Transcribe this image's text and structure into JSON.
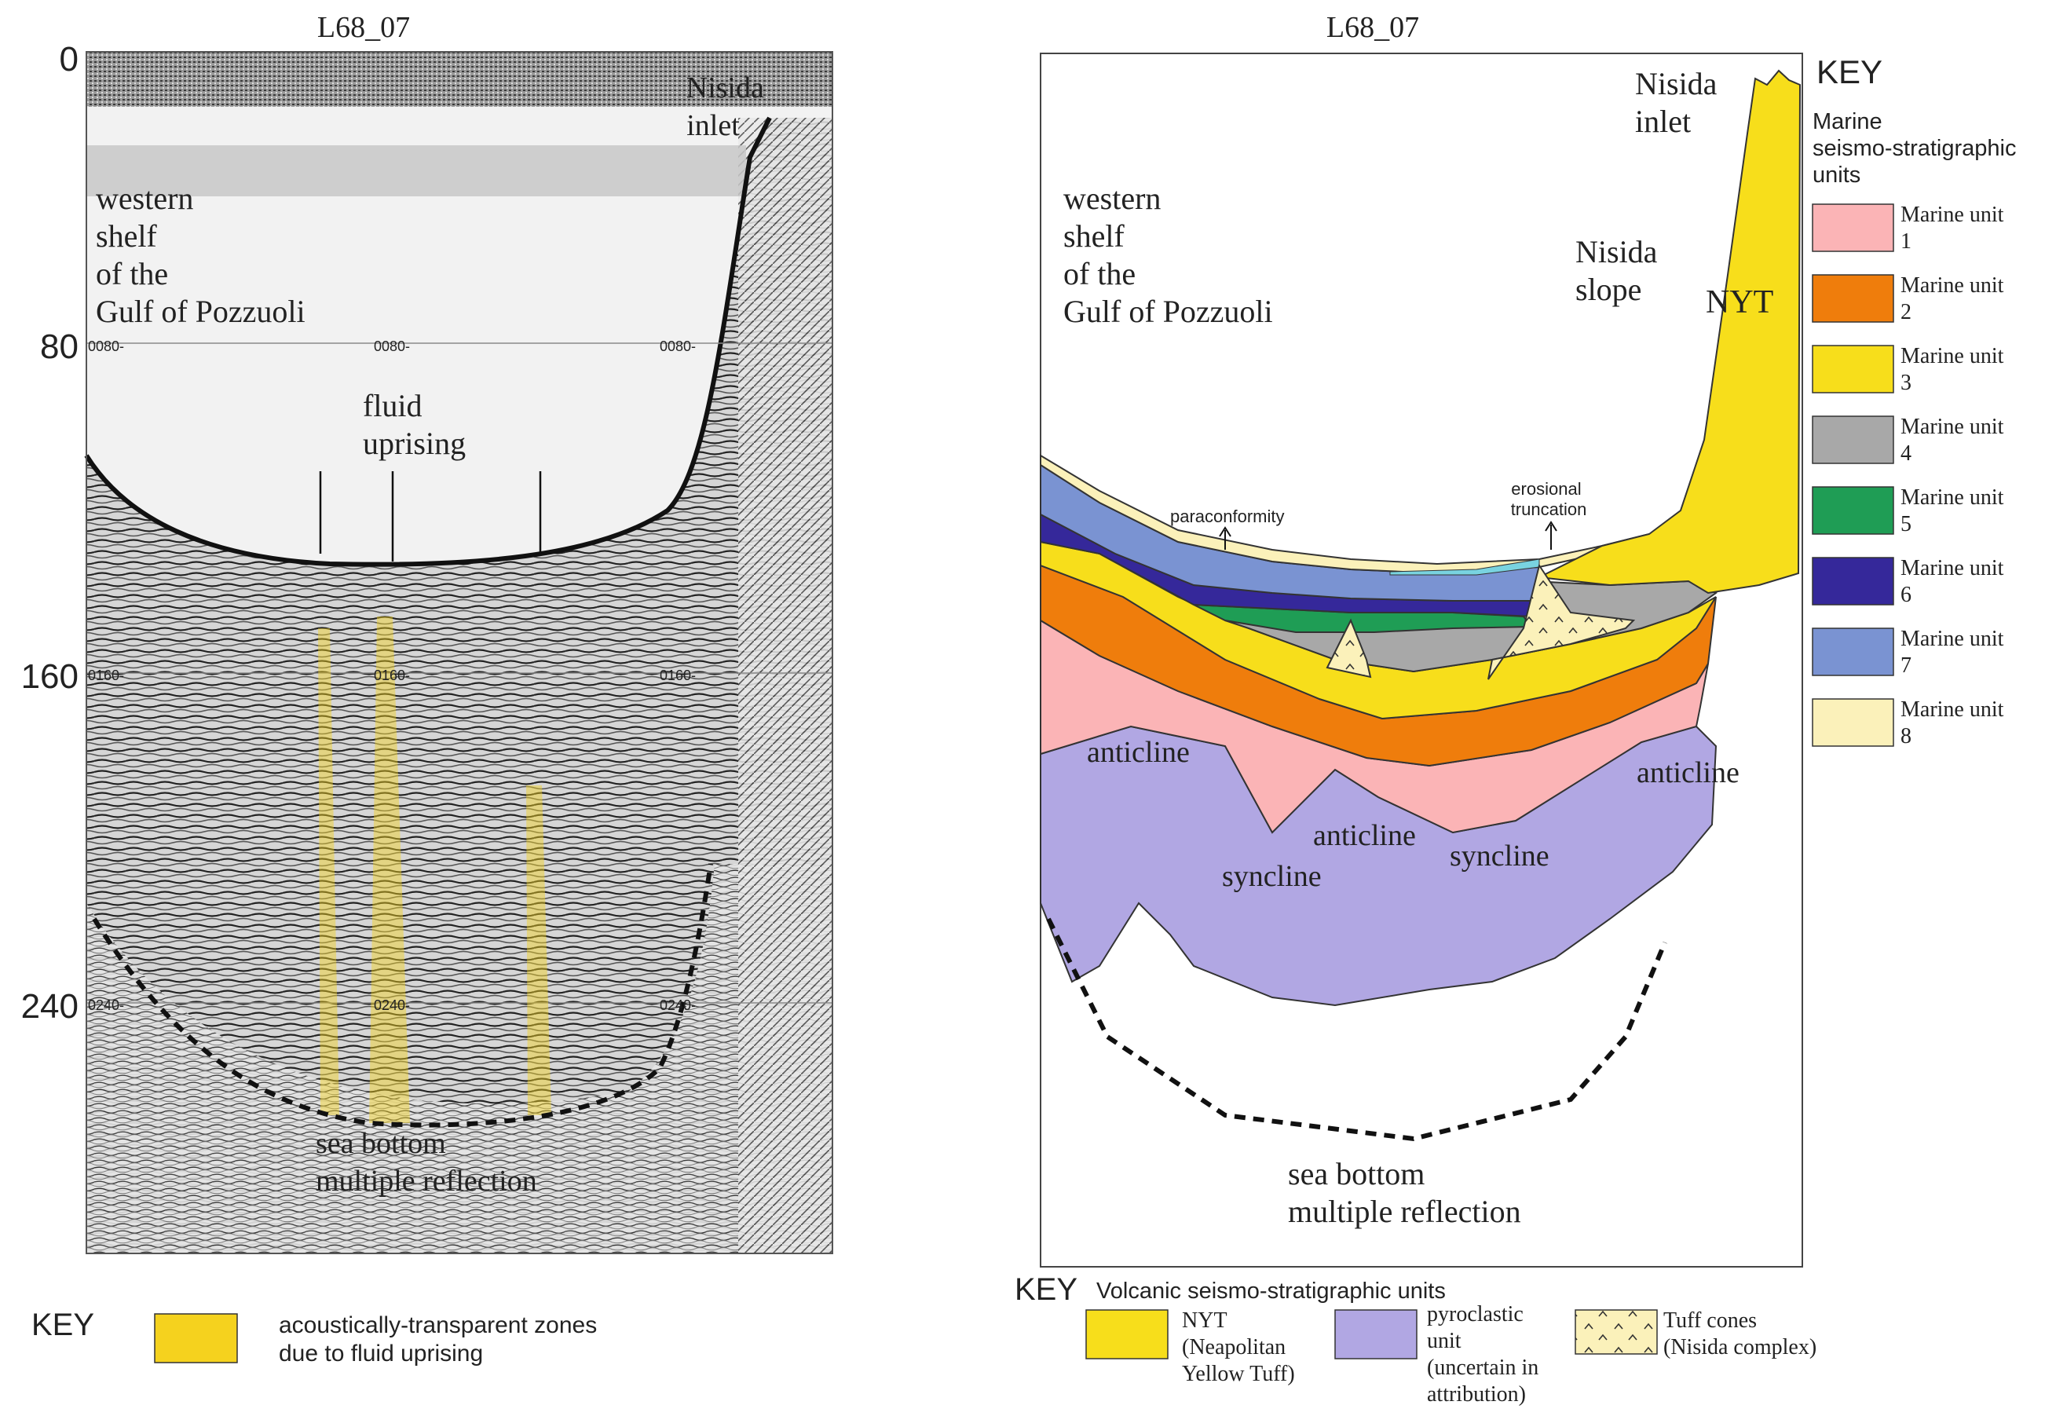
{
  "left_panel": {
    "title": "L68_07",
    "depth_ticks": [
      "0",
      "80",
      "160",
      "240"
    ],
    "inner_tick_label": "0080-",
    "inner_tick_label_160": "0160-",
    "inner_tick_label_240": "0240-",
    "labels": {
      "nisida_inlet": [
        "Nisida",
        "inlet"
      ],
      "western_shelf": [
        "western",
        "shelf",
        "of the",
        "Gulf of Pozzuoli"
      ],
      "fluid_uprising": [
        "fluid",
        "uprising"
      ],
      "sea_bottom": [
        "sea bottom",
        "multiple reflection"
      ]
    },
    "key": {
      "heading": "KEY",
      "item": [
        "acoustically-transparent zones",
        "due to fluid uprising"
      ],
      "color": "#f5d21e"
    }
  },
  "right_panel": {
    "title": "L68_07",
    "labels": {
      "nisida_inlet": [
        "Nisida",
        "inlet"
      ],
      "nisida_slope": [
        "Nisida",
        "slope"
      ],
      "nyt": "NYT",
      "western_shelf": [
        "western",
        "shelf",
        "of the",
        "Gulf of Pozzuoli"
      ],
      "paraconformity": "paraconformity",
      "erosional_truncation": [
        "erosional",
        "truncation"
      ],
      "anticline_left": "anticline",
      "anticline_mid": "anticline",
      "anticline_right": "anticline",
      "syncline_left": "syncline",
      "syncline_right": "syncline",
      "sea_bottom": [
        "sea bottom",
        "multiple reflection"
      ]
    },
    "marine_key": {
      "heading": "KEY",
      "subheading": [
        "Marine",
        "seismo-stratigraphic",
        "units"
      ],
      "units": [
        {
          "label": [
            "Marine unit",
            "1"
          ],
          "color": "#fbb4b6"
        },
        {
          "label": [
            "Marine unit",
            "2"
          ],
          "color": "#ef7d0c"
        },
        {
          "label": [
            "Marine unit",
            "3"
          ],
          "color": "#f7de1b"
        },
        {
          "label": [
            "Marine unit",
            "4"
          ],
          "color": "#a8a8a8"
        },
        {
          "label": [
            "Marine unit",
            "5"
          ],
          "color": "#1f9d55"
        },
        {
          "label": [
            "Marine unit",
            "6"
          ],
          "color": "#35289a"
        },
        {
          "label": [
            "Marine unit",
            "7"
          ],
          "color": "#7a93d2"
        },
        {
          "label": [
            "Marine unit",
            "8"
          ],
          "color": "#fbf1ba"
        }
      ]
    },
    "volcanic_key": {
      "heading": "KEY",
      "subheading": "Volcanic seismo-stratigraphic units",
      "units": [
        {
          "label": [
            "NYT",
            "(Neapolitan",
            "Yellow Tuff)"
          ],
          "color": "#f7de1b"
        },
        {
          "label": [
            "pyroclastic",
            "unit",
            "(uncertain in",
            "attribution)"
          ],
          "color": "#b1a7e3"
        },
        {
          "label": [
            "Tuff cones",
            "(Nisida complex)"
          ],
          "color": "#fbf1ba"
        }
      ]
    }
  }
}
